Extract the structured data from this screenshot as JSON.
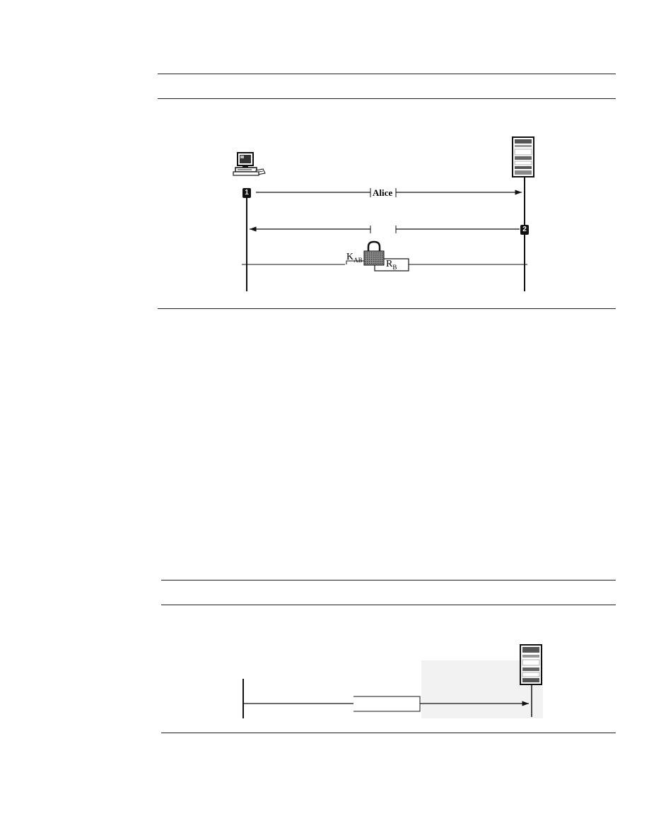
{
  "figure1": {
    "message1_label": "Alice",
    "message3_key": "K",
    "message3_key_sub": "AB",
    "message3_nonce": "R",
    "message3_nonce_sub": "B",
    "step1": "1",
    "step2": "2"
  },
  "figure2": {},
  "colors": {
    "ink": "#111111",
    "lock": "#7a7a7a",
    "server_stripe": "#555555"
  }
}
